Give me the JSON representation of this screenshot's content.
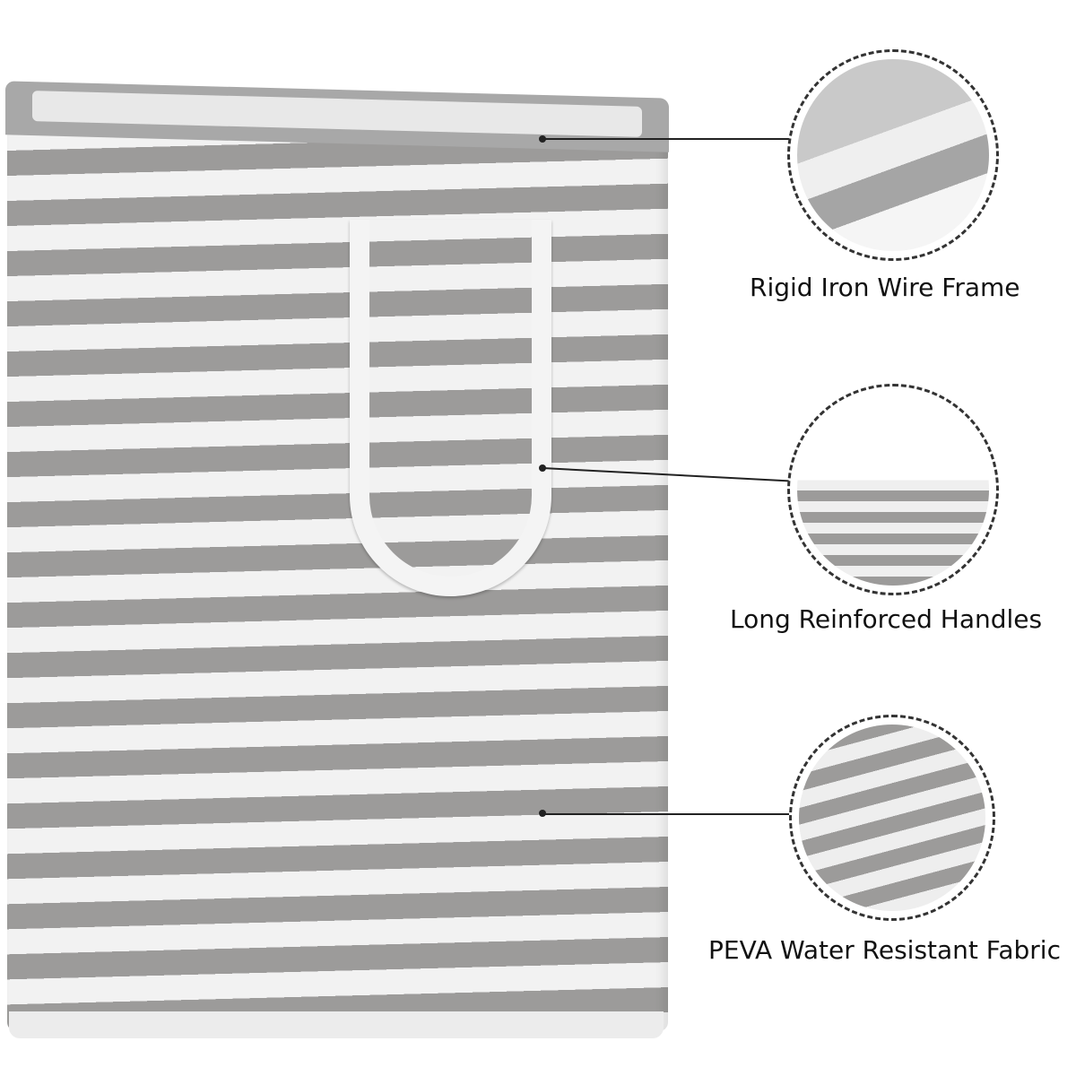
{
  "product": {
    "name": "striped-laundry-hamper",
    "colors": {
      "stripe_gray": "#9c9b9a",
      "stripe_white": "#f2f2f2"
    }
  },
  "callouts": [
    {
      "label": "Rigid Iron Wire Frame",
      "icon": "frame-detail"
    },
    {
      "label": "Long Reinforced Handles",
      "icon": "handle-detail"
    },
    {
      "label": "PEVA Water Resistant Fabric",
      "icon": "water-drops-detail"
    }
  ]
}
